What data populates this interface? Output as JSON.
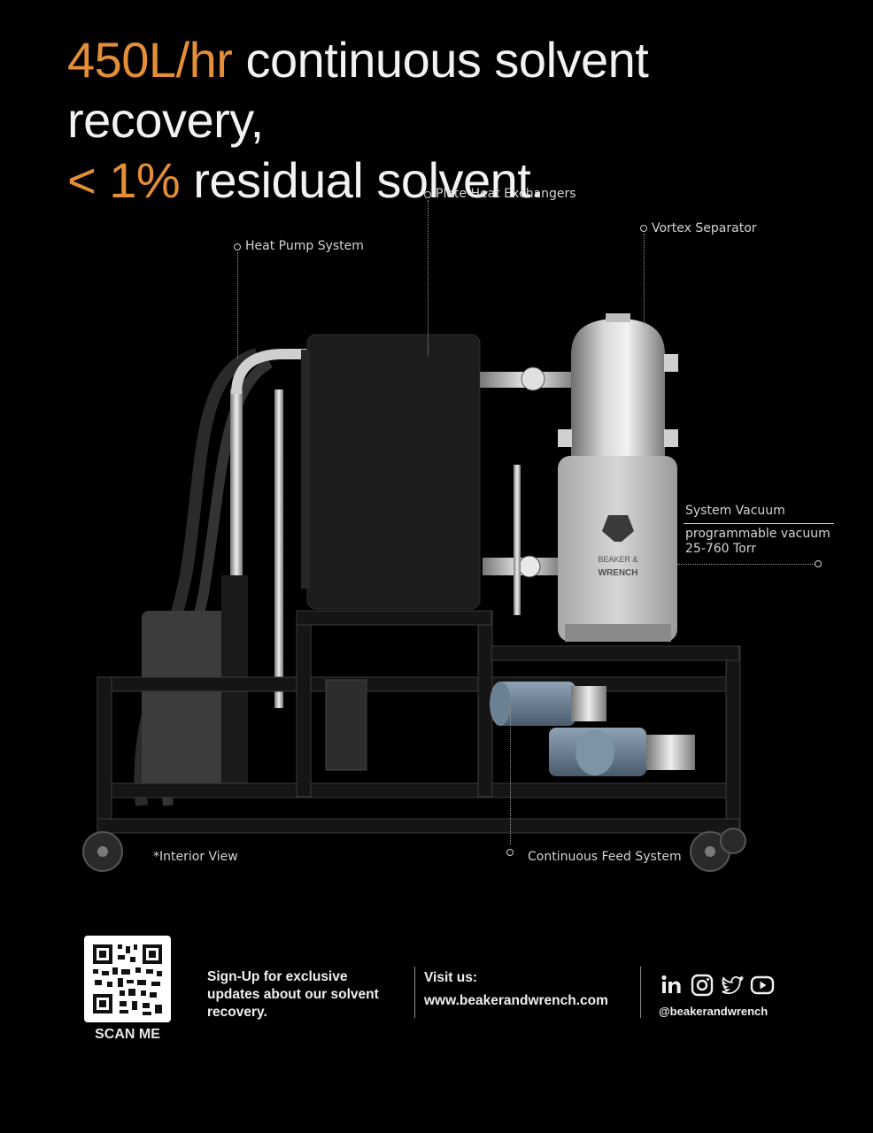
{
  "headline": {
    "line1_accent": "450L/hr",
    "line1_rest": " continuous solvent recovery,",
    "line2_accent": "< 1%",
    "line2_rest": " residual solvent."
  },
  "callouts": {
    "plate_heat_exchangers": "Plate Heat Exchangers",
    "heat_pump_system": "Heat Pump System",
    "vortex_separator": "Vortex Separator",
    "system_vacuum_title": "System Vacuum",
    "system_vacuum_detail_1": "programmable vacuum",
    "system_vacuum_detail_2": "25-760 Torr",
    "interior_view": "*Interior View",
    "continuous_feed_system": "Continuous Feed System"
  },
  "machine": {
    "logo_line1": "BEAKER &",
    "logo_line2": "WRENCH"
  },
  "footer": {
    "scan_label": "SCAN ME",
    "signup_text": "Sign-Up for exclusive updates about our solvent recovery.",
    "visit_label": "Visit us:",
    "visit_url": "www.beakerandwrench.com",
    "social_handle": "@beakerandwrench",
    "social_icons": [
      "linkedin-icon",
      "instagram-icon",
      "twitter-icon",
      "youtube-icon"
    ]
  },
  "colors": {
    "accent": "#e48f38",
    "background": "#000000",
    "text": "#f2f2f2"
  }
}
